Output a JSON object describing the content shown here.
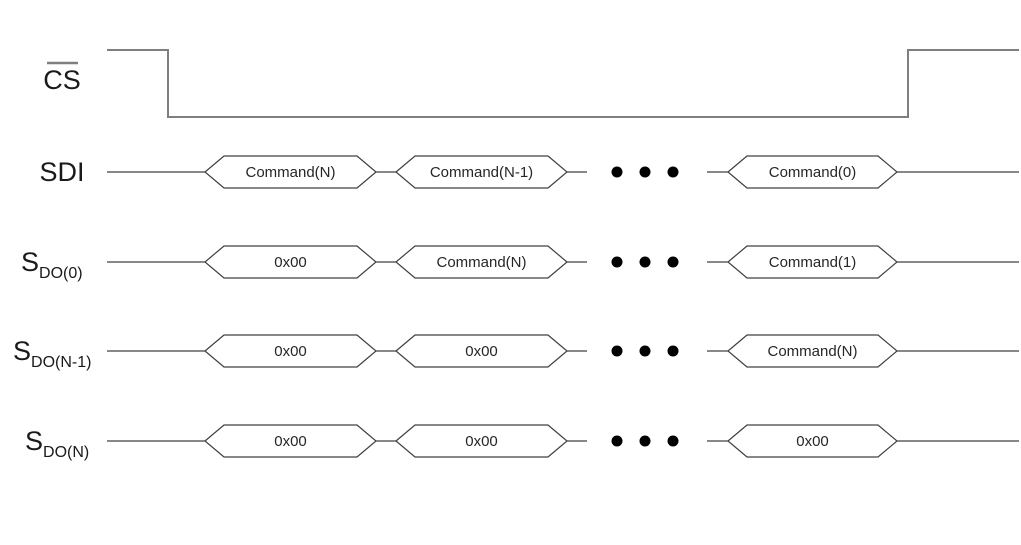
{
  "diagram": {
    "name": "spi-daisy-chain-timing-diagram",
    "colors": {
      "background": "#ffffff",
      "cs_line": "#7f7f7f",
      "signal_line": "#404040",
      "bus_outline": "#404040",
      "bus_fill": "#ffffff",
      "dot": "#000000",
      "label_text": "#1a1a1a",
      "bus_text": "#262626"
    },
    "signals": [
      {
        "id": "cs",
        "label": "CS",
        "sub": "",
        "overline": true,
        "type": "digital",
        "waveform": "high-low-high",
        "segments": [],
        "ellipsis_dots": 0
      },
      {
        "id": "sdi",
        "label": "SDI",
        "sub": "",
        "overline": false,
        "type": "bus",
        "segments": [
          "Command(N)",
          "Command(N-1)",
          "Command(0)"
        ],
        "ellipsis_dots": 3
      },
      {
        "id": "sdo-0",
        "label": "S",
        "sub": "DO(0)",
        "overline": false,
        "type": "bus",
        "segments": [
          "0x00",
          "Command(N)",
          "Command(1)"
        ],
        "ellipsis_dots": 3
      },
      {
        "id": "sdo-n-1",
        "label": "S",
        "sub": "DO(N-1)",
        "overline": false,
        "type": "bus",
        "segments": [
          "0x00",
          "0x00",
          "Command(N)"
        ],
        "ellipsis_dots": 3
      },
      {
        "id": "sdo-n",
        "label": "S",
        "sub": "DO(N)",
        "overline": false,
        "type": "bus",
        "segments": [
          "0x00",
          "0x00",
          "0x00"
        ],
        "ellipsis_dots": 3
      }
    ]
  }
}
